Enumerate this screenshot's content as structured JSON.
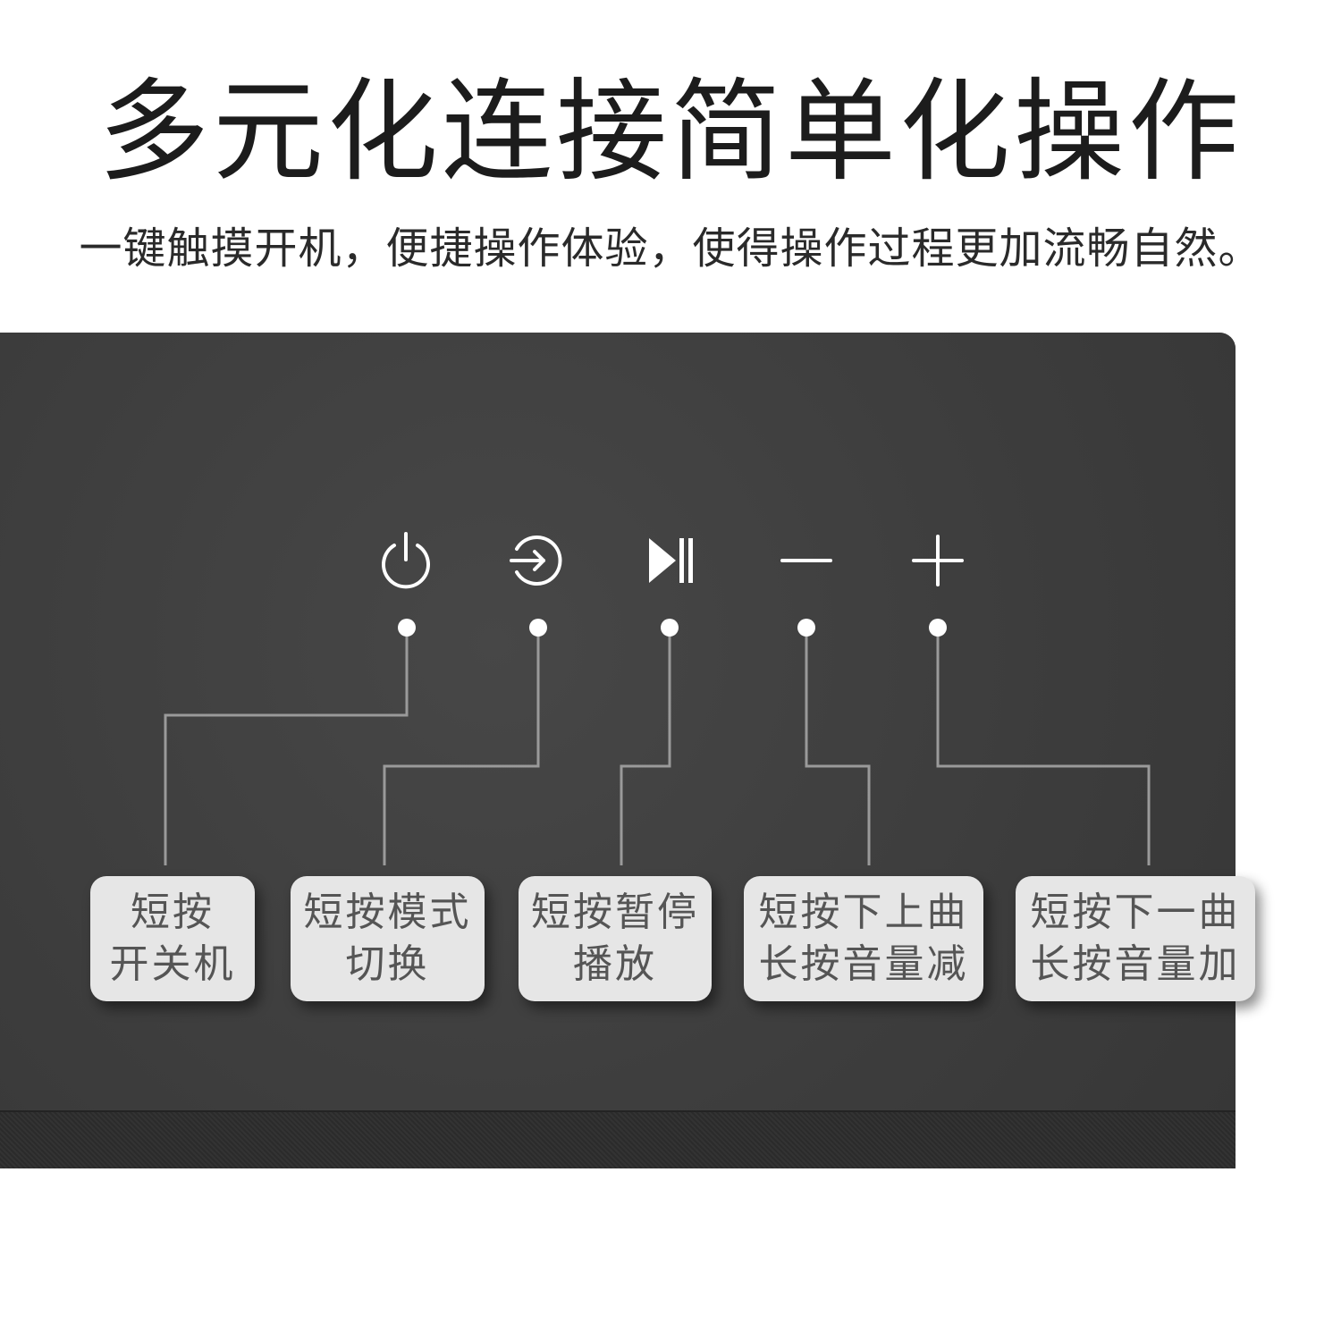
{
  "headline": "多元化连接简单化操作",
  "subline": "一键触摸开机，便捷操作体验，使得操作过程更加流畅自然。",
  "controls": [
    {
      "icon": "power-icon",
      "line1": "短按",
      "line2": "开关机"
    },
    {
      "icon": "input-source-icon",
      "line1": "短按模式",
      "line2": "切换"
    },
    {
      "icon": "play-pause-icon",
      "line1": "短按暂停",
      "line2": "播放"
    },
    {
      "icon": "minus-icon",
      "line1": "短按下上曲",
      "line2": "长按音量减"
    },
    {
      "icon": "plus-icon",
      "line1": "短按下一曲",
      "line2": "长按音量加"
    }
  ]
}
